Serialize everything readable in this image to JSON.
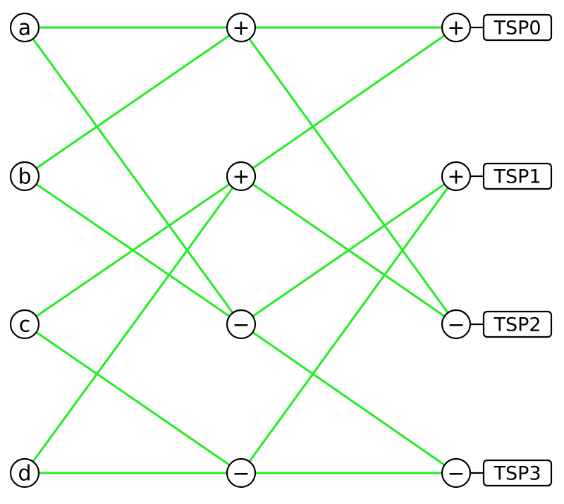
{
  "colors": {
    "edge": "#22ee22",
    "stroke": "#000000",
    "background": "#ffffff"
  },
  "inputs": [
    {
      "id": "a",
      "label": "a"
    },
    {
      "id": "b",
      "label": "b"
    },
    {
      "id": "c",
      "label": "c"
    },
    {
      "id": "d",
      "label": "d"
    }
  ],
  "stage1": [
    {
      "id": "s1_0",
      "op": "+"
    },
    {
      "id": "s1_1",
      "op": "+"
    },
    {
      "id": "s1_2",
      "op": "−"
    },
    {
      "id": "s1_3",
      "op": "−"
    }
  ],
  "stage2": [
    {
      "id": "s2_0",
      "op": "+"
    },
    {
      "id": "s2_1",
      "op": "+"
    },
    {
      "id": "s2_2",
      "op": "−"
    },
    {
      "id": "s2_3",
      "op": "−"
    }
  ],
  "outputs": [
    {
      "id": "o0",
      "label": "TSP0"
    },
    {
      "id": "o1",
      "label": "TSP1"
    },
    {
      "id": "o2",
      "label": "TSP2"
    },
    {
      "id": "o3",
      "label": "TSP3"
    }
  ],
  "edges": [
    {
      "from": "a",
      "to": "s1_0"
    },
    {
      "from": "a",
      "to": "s1_2"
    },
    {
      "from": "b",
      "to": "s1_0"
    },
    {
      "from": "b",
      "to": "s1_2"
    },
    {
      "from": "c",
      "to": "s1_1"
    },
    {
      "from": "c",
      "to": "s1_3"
    },
    {
      "from": "d",
      "to": "s1_1"
    },
    {
      "from": "d",
      "to": "s1_3"
    },
    {
      "from": "s1_0",
      "to": "s2_0"
    },
    {
      "from": "s1_0",
      "to": "s2_2"
    },
    {
      "from": "s1_1",
      "to": "s2_0"
    },
    {
      "from": "s1_1",
      "to": "s2_2"
    },
    {
      "from": "s1_2",
      "to": "s2_1"
    },
    {
      "from": "s1_2",
      "to": "s2_3"
    },
    {
      "from": "s1_3",
      "to": "s2_1"
    },
    {
      "from": "s1_3",
      "to": "s2_3"
    }
  ]
}
